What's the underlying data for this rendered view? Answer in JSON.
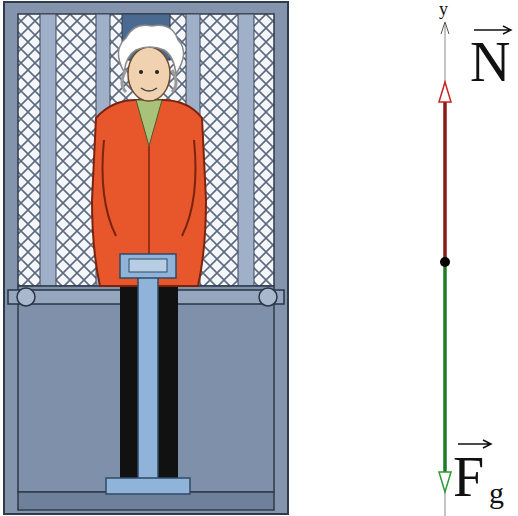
{
  "diagram": {
    "labels": [
      "y",
      "N",
      "F",
      "g"
    ]
  }
}
